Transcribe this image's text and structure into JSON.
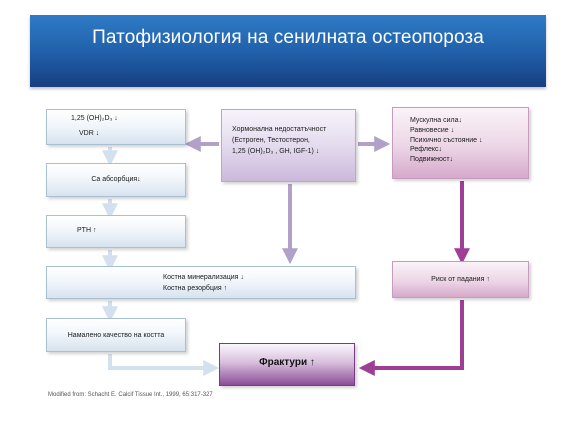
{
  "title": "Патофизиология на сенилната остеопороза",
  "boxes": {
    "vitd": {
      "line1": "1,25 (OH)₂D₃ ↓",
      "line2": "VDR ↓"
    },
    "ca": {
      "label": "Ca  абсорбция↓"
    },
    "pth": {
      "label": "PTH ↑"
    },
    "bone": {
      "line1": "Костна минерализация ↓",
      "line2": "Костна резорбция ↑"
    },
    "quality": {
      "label": "Намалено качество на костта"
    },
    "hormone": {
      "line1": "Хормонална недостатъчност",
      "line2": "(Естроген, Тестостерон,",
      "line3": "1,25 (OH)₂D₃ , GH, IGF-1) ↓"
    },
    "muscle": {
      "line1": "Мускулна сила↓",
      "line2": "Равновесие ↓",
      "line3": "Психично състояние ↓",
      "line4": "Рефлекс↓",
      "line5": "Подвижност↓"
    },
    "falls": {
      "label": "Риск от падания ↑"
    },
    "fractures": {
      "label": "Фрактури ↑"
    }
  },
  "citation": "Modified from: Schacht E. Calcif Tissue Int., 1999, 65:317-327",
  "colors": {
    "title_bar": "#205ea8",
    "arrow_blue": "#d5e2ee",
    "arrow_lavender": "#b1a1c8",
    "arrow_purple": "#9e3f95"
  }
}
